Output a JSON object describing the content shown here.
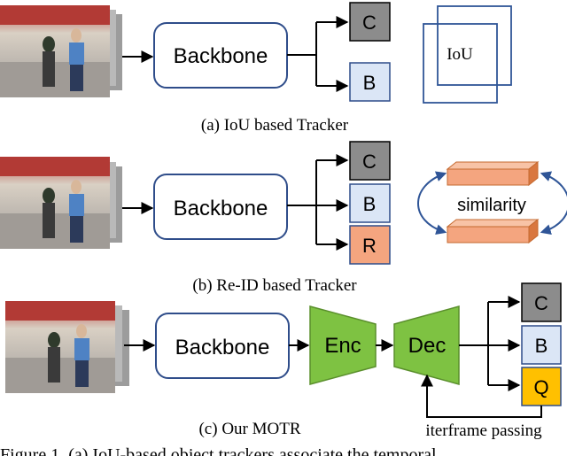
{
  "panels": {
    "a": {
      "backbone_label": "Backbone",
      "box_c": "C",
      "box_b": "B",
      "iou_label": "IoU",
      "caption": "(a) IoU based Tracker"
    },
    "b": {
      "backbone_label": "Backbone",
      "box_c": "C",
      "box_b": "B",
      "box_r": "R",
      "similarity_label": "similarity",
      "caption": "(b) Re-ID based Tracker"
    },
    "c": {
      "backbone_label": "Backbone",
      "enc_label": "Enc",
      "dec_label": "Dec",
      "box_c": "C",
      "box_b": "B",
      "box_q": "Q",
      "interframe_label": "iterframe passing",
      "caption": "(c) Our MOTR"
    }
  },
  "figure_caption": "Figure 1. (a) IoU-based object trackers associate the temporal",
  "colors": {
    "backbone_stroke": "#2f4d8a",
    "box_c_fill": "#8c8c8c",
    "box_b_fill": "#dbe6f6",
    "box_r_fill": "#f4a57f",
    "box_q_fill": "#ffc000",
    "enc_dec_fill": "#7ec242",
    "feature_bar_fill": "#f4a57f",
    "similarity_arrow": "#2f5597"
  }
}
